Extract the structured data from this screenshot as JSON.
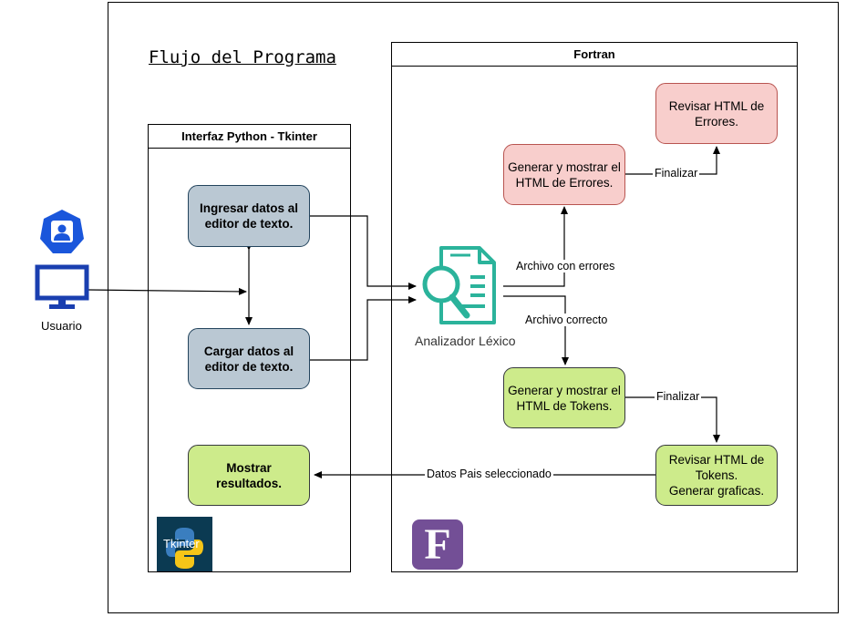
{
  "diagram": {
    "title": "Flujo del Programa",
    "lanes": {
      "python": "Interfaz Python - Tkinter",
      "fortran": "Fortran"
    },
    "nodes": {
      "ingresar": "Ingresar datos al\neditor de texto.",
      "cargar": "Cargar datos al\neditor de texto.",
      "mostrar": "Mostrar resultados.",
      "generar_errores": "Generar y mostrar el\nHTML de Errores.",
      "revisar_errores": "Revisar HTML de\nErrores.",
      "generar_tokens": "Generar y mostrar el\nHTML de Tokens.",
      "revisar_tokens": "Revisar HTML de\nTokens.\nGenerar graficas."
    },
    "edge_labels": {
      "finalizar_1": "Finalizar",
      "finalizar_2": "Finalizar",
      "archivo_errores": "Archivo con errores",
      "archivo_correcto": "Archivo correcto",
      "datos_pais": "Datos Pais seleccionado"
    },
    "captions": {
      "usuario": "Usuario",
      "analizador": "Analizador Léxico",
      "tkinter_logo": "Tkinter",
      "fortran_logo": "F"
    },
    "colors": {
      "gray_fill": "#bac8d3",
      "green_fill": "#cdeb8b",
      "red_fill": "#f8cecc",
      "user_icon": "#1a56db",
      "analyzer_icon": "#2bb39b",
      "fortran_logo": "#734f96",
      "tkinter_bg": "#0b3a52"
    }
  }
}
